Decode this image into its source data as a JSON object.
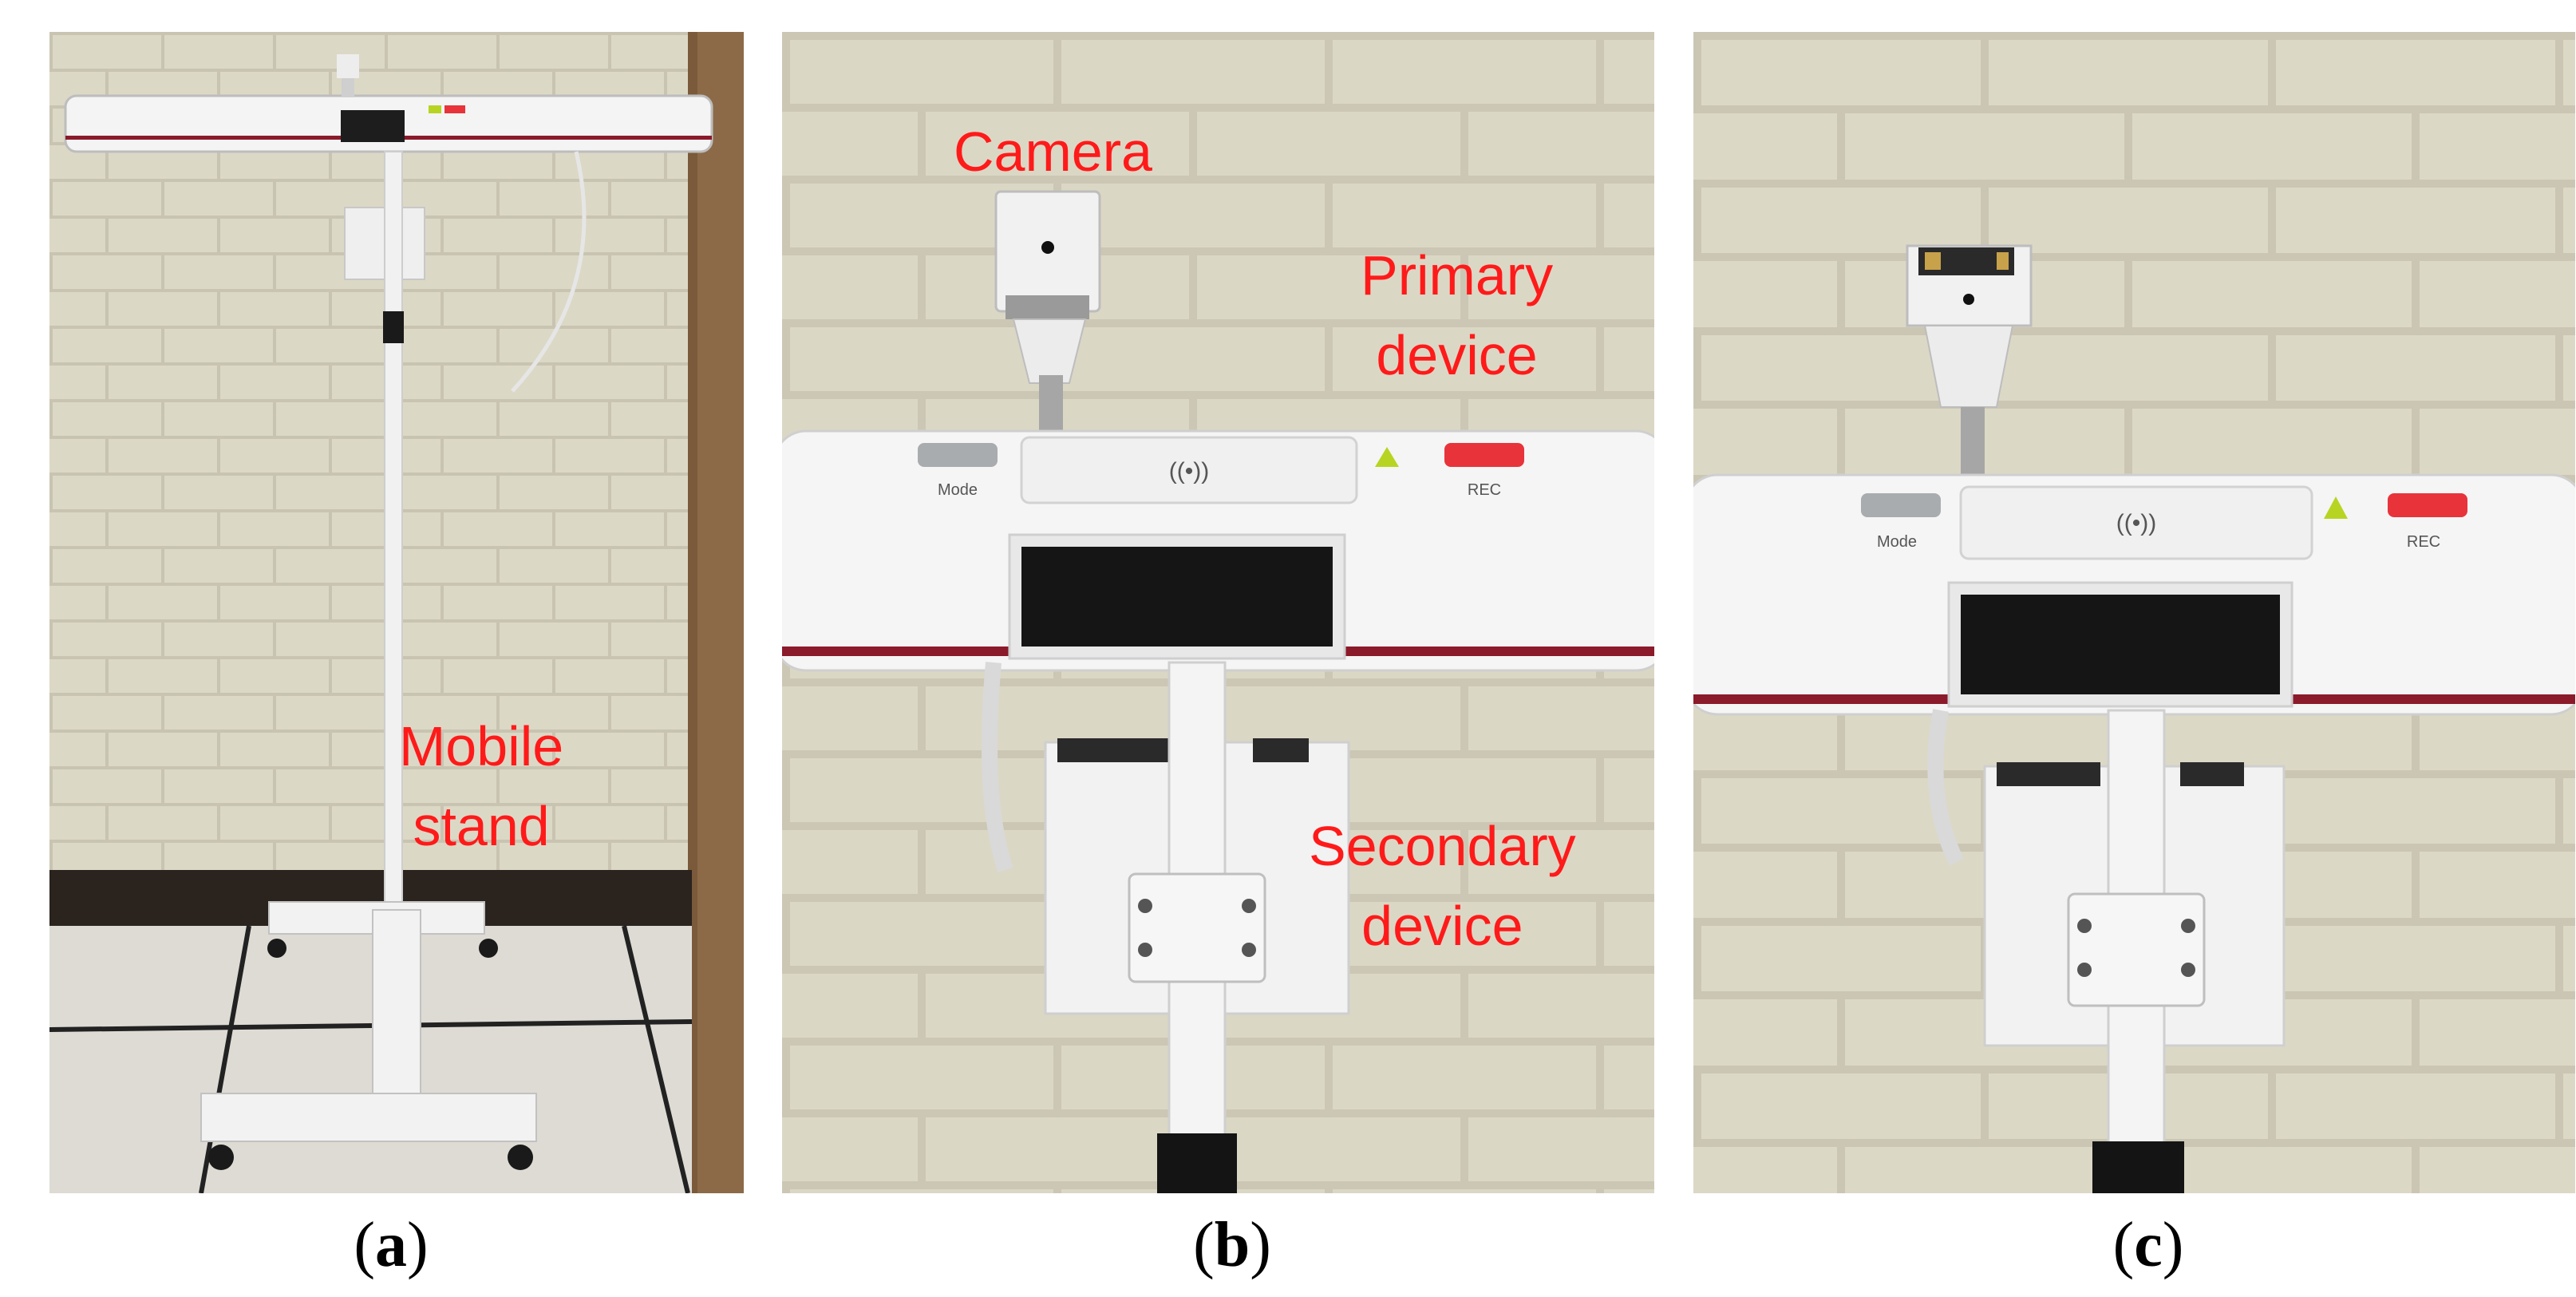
{
  "annotations": {
    "mobile_stand": [
      "Mobile",
      "stand"
    ],
    "camera": "Camera",
    "primary_device": [
      "Primary",
      "device"
    ],
    "secondary_device": [
      "Secondary",
      "device"
    ]
  },
  "device_labels": {
    "mode": "Mode",
    "rec": "REC"
  },
  "captions": {
    "a": [
      "(",
      "a",
      ")"
    ],
    "b": [
      "(",
      "b",
      ")"
    ],
    "c": [
      "(",
      "c",
      ")"
    ]
  },
  "colors": {
    "annotation": "#ff1a1a",
    "rec_button": "#e8333b",
    "mode_button": "#a9acae",
    "triangle": "#b8d422",
    "stripe": "#8b1a2a"
  }
}
